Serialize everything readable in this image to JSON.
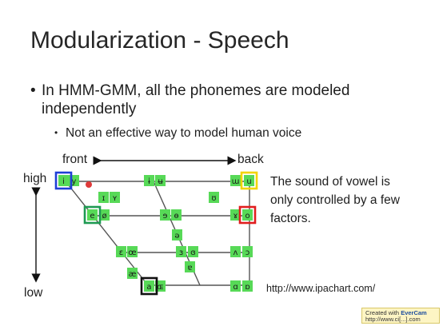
{
  "slide": {
    "title": "Modularization - Speech",
    "bullet1": "In HMM-GMM, all the phonemes are modeled independently",
    "bullet1_marker": "•",
    "bullet2": "Not an effective way to model human voice",
    "bullet2_marker": "•",
    "label_front": "front",
    "label_back": "back",
    "label_high": "high",
    "label_low": "low",
    "description": "The sound of vowel is only controlled by a few factors.",
    "url": "http://www.ipachart.com/"
  },
  "vowel_chart": {
    "boxes": [
      {
        "id": "i",
        "glyph": "i"
      },
      {
        "id": "y",
        "glyph": "y"
      },
      {
        "id": "barred-i",
        "glyph": "ɨ"
      },
      {
        "id": "barred-u",
        "glyph": "ʉ"
      },
      {
        "id": "turned-m",
        "glyph": "ɯ"
      },
      {
        "id": "u",
        "glyph": "u"
      },
      {
        "id": "small-cap-i",
        "glyph": "ɪ"
      },
      {
        "id": "small-cap-y",
        "glyph": "ʏ"
      },
      {
        "id": "upsilon",
        "glyph": "ʊ"
      },
      {
        "id": "e",
        "glyph": "e"
      },
      {
        "id": "slashed-o",
        "glyph": "ø"
      },
      {
        "id": "reversed-e",
        "glyph": "ɘ"
      },
      {
        "id": "barred-o",
        "glyph": "ɵ"
      },
      {
        "id": "rams-horn",
        "glyph": "ɤ"
      },
      {
        "id": "o",
        "glyph": "o"
      },
      {
        "id": "schwa",
        "glyph": "ə"
      },
      {
        "id": "open-e",
        "glyph": "ɛ"
      },
      {
        "id": "oe",
        "glyph": "œ"
      },
      {
        "id": "reversed-open-e",
        "glyph": "ɜ"
      },
      {
        "id": "closed-rev-open-e",
        "glyph": "ɞ"
      },
      {
        "id": "turned-v",
        "glyph": "ʌ"
      },
      {
        "id": "open-o",
        "glyph": "ɔ"
      },
      {
        "id": "ae",
        "glyph": "æ"
      },
      {
        "id": "turned-a",
        "glyph": "ɐ"
      },
      {
        "id": "a",
        "glyph": "a"
      },
      {
        "id": "small-cap-oe",
        "glyph": "ɶ"
      },
      {
        "id": "script-a",
        "glyph": "ɑ"
      },
      {
        "id": "turned-script-a",
        "glyph": "ɒ"
      }
    ],
    "highlights": [
      {
        "target": "i",
        "color": "#1f3fd6"
      },
      {
        "target": "e",
        "color": "#1e9a52"
      },
      {
        "target": "u",
        "color": "#f2d400"
      },
      {
        "target": "o",
        "color": "#e01e1e"
      },
      {
        "target": "a",
        "color": "#111111"
      }
    ],
    "box_color": "#57d957",
    "cursor_color": "#e03a3a"
  },
  "watermark": {
    "line1_prefix": "Created with",
    "brand": "EverCam",
    "line2": "http://www.ci[...].com"
  }
}
